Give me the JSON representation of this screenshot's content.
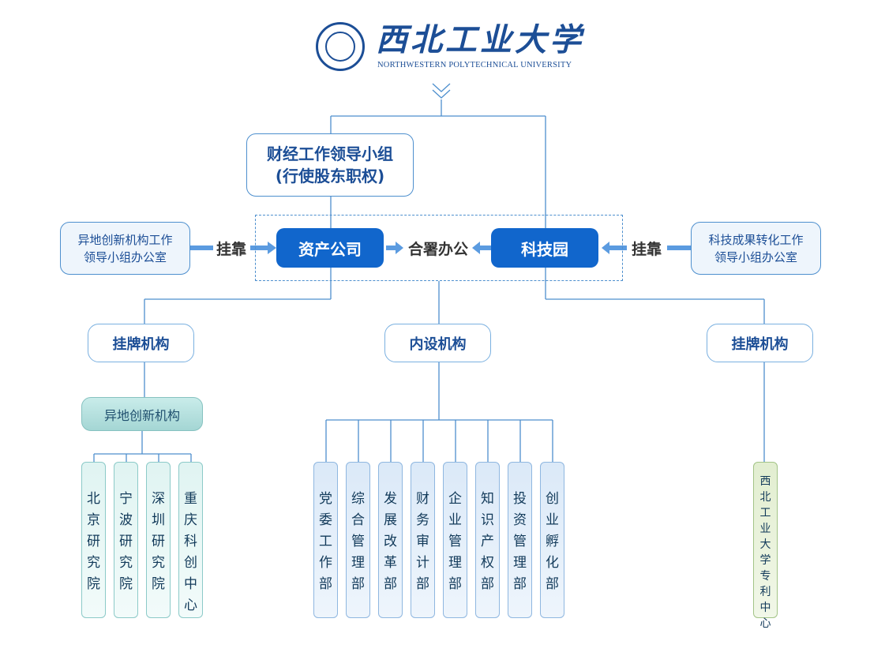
{
  "header": {
    "university_name_cn": "西北工业大学",
    "university_name_en": "NORTHWESTERN POLYTECHNICAL UNIVERSITY",
    "seal_icon": "university-seal-icon"
  },
  "top_box": {
    "line1": "财经工作领导小组",
    "line2": "(行使股东职权)"
  },
  "left_office": {
    "line1": "异地创新机构工作",
    "line2": "领导小组办公室"
  },
  "right_office": {
    "line1": "科技成果转化工作",
    "line2": "领导小组办公室"
  },
  "attach_left": "挂靠",
  "attach_right": "挂靠",
  "asset_company": "资产公司",
  "co_office": "合署办公",
  "science_park": "科技园",
  "categories": {
    "left": "挂牌机构",
    "middle": "内设机构",
    "right": "挂牌机构"
  },
  "remote_institutions": "异地创新机构",
  "remote_units": [
    "北京研究院",
    "宁波研究院",
    "深圳研究院",
    "重庆科创中心"
  ],
  "internal_departments": [
    "党委工作部",
    "综合管理部",
    "发展改革部",
    "财务审计部",
    "企业管理部",
    "知识产权部",
    "投资管理部",
    "创业孵化部"
  ],
  "patent_center": "西北工业大学专利中心",
  "colors": {
    "primary_blue": "#1166cc",
    "border_blue": "#4d8fce",
    "text_navy": "#1c4e96",
    "teal": "#a4d6d4",
    "green": "#e2eed0"
  }
}
